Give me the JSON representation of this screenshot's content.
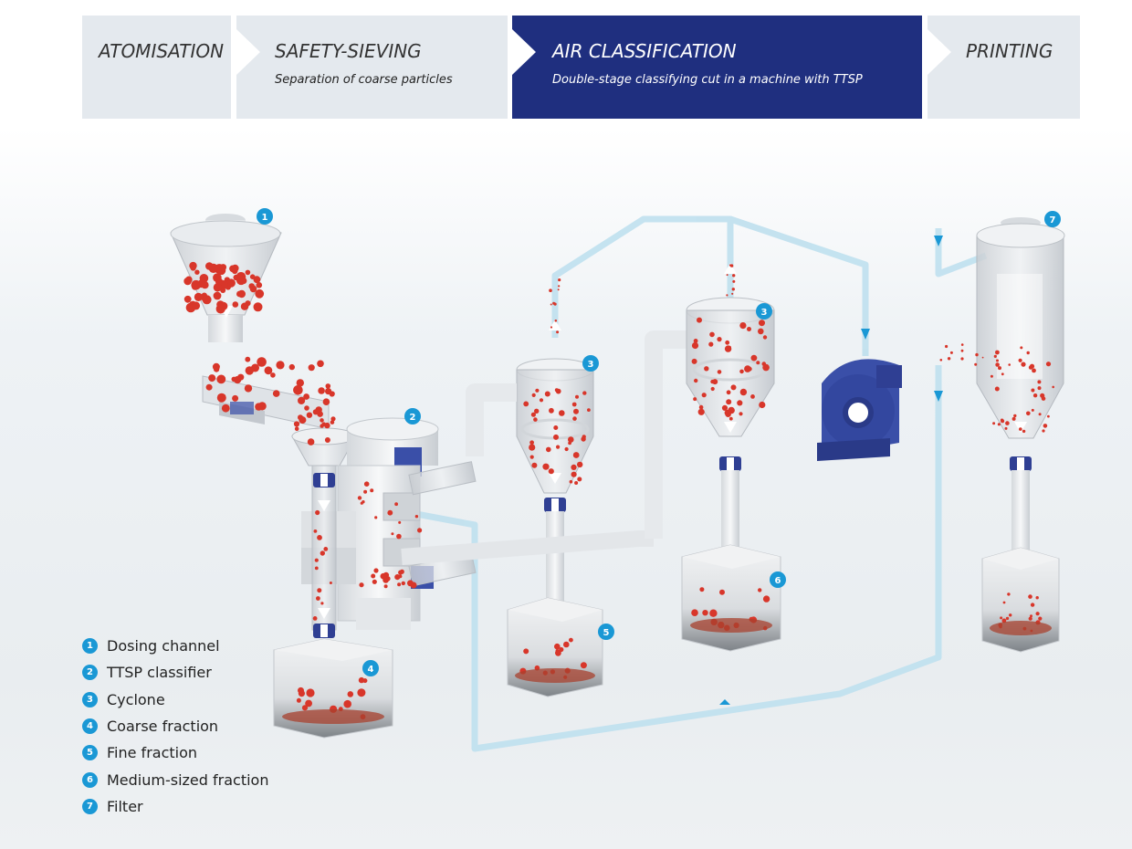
{
  "steps": [
    {
      "title": "ATOMISATION",
      "subtitle": "",
      "active": false
    },
    {
      "title": "SAFETY-SIEVING",
      "subtitle": "Separation of coarse particles",
      "active": false
    },
    {
      "title": "AIR CLASSIFICATION",
      "subtitle": "Double-stage classifying cut in a machine with TTSP",
      "active": true
    },
    {
      "title": "PRINTING",
      "subtitle": "",
      "active": false
    }
  ],
  "colors": {
    "active_step": "#1f2f7f",
    "inactive_step": "#e4e9ee",
    "badge": "#1a98d5",
    "particle": "#d8362a",
    "air_line": "#bfe0ee",
    "valve": "#2f3f93",
    "fan": "#3a4fa8"
  },
  "legend": [
    {
      "num": "1",
      "label": "Dosing channel"
    },
    {
      "num": "2",
      "label": "TTSP classifier"
    },
    {
      "num": "3",
      "label": "Cyclone"
    },
    {
      "num": "4",
      "label": "Coarse fraction"
    },
    {
      "num": "5",
      "label": "Fine fraction"
    },
    {
      "num": "6",
      "label": "Medium-sized fraction"
    },
    {
      "num": "7",
      "label": "Filter"
    }
  ],
  "markers": [
    "1",
    "2",
    "3",
    "3",
    "4",
    "5",
    "6",
    "7"
  ]
}
